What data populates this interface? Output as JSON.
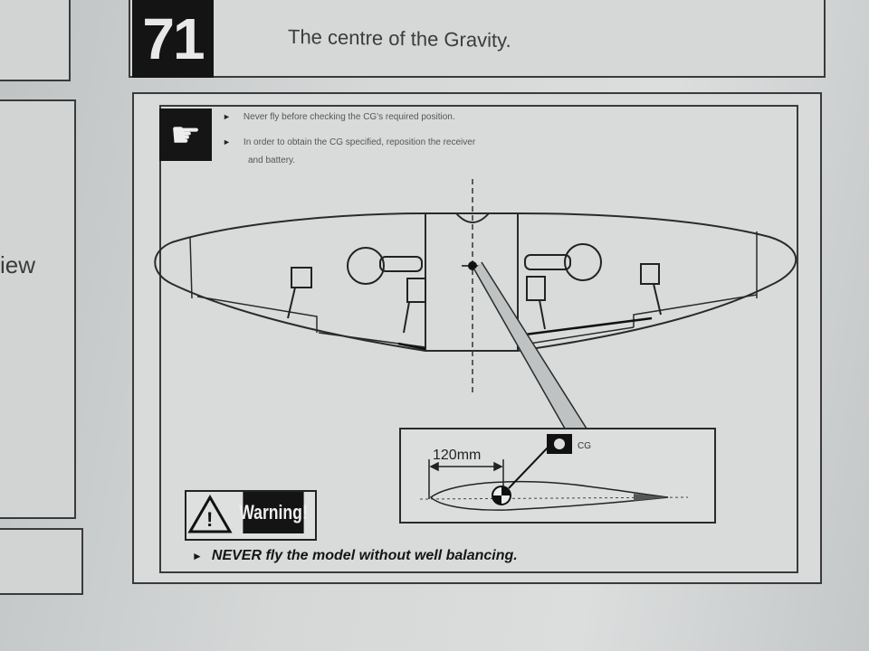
{
  "neighbor": {
    "partial_word": "iew"
  },
  "step": {
    "number": "71",
    "title": "The centre of the Gravity."
  },
  "notes": [
    "Never fly before checking the CG's required position.",
    "In order to obtain the CG specified, reposition the receiver",
    "and battery."
  ],
  "diagram": {
    "dimension_label": "120mm",
    "cg_label": "CG",
    "cg_distance_mm": 120
  },
  "warning": {
    "label": "Warning!",
    "message": "NEVER fly the model without well balancing."
  },
  "icons": {
    "hand": "pointing-hand-icon",
    "warning": "warning-triangle-icon",
    "cg": "cg-symbol-icon",
    "bullet": "arrow-bullet-icon"
  }
}
